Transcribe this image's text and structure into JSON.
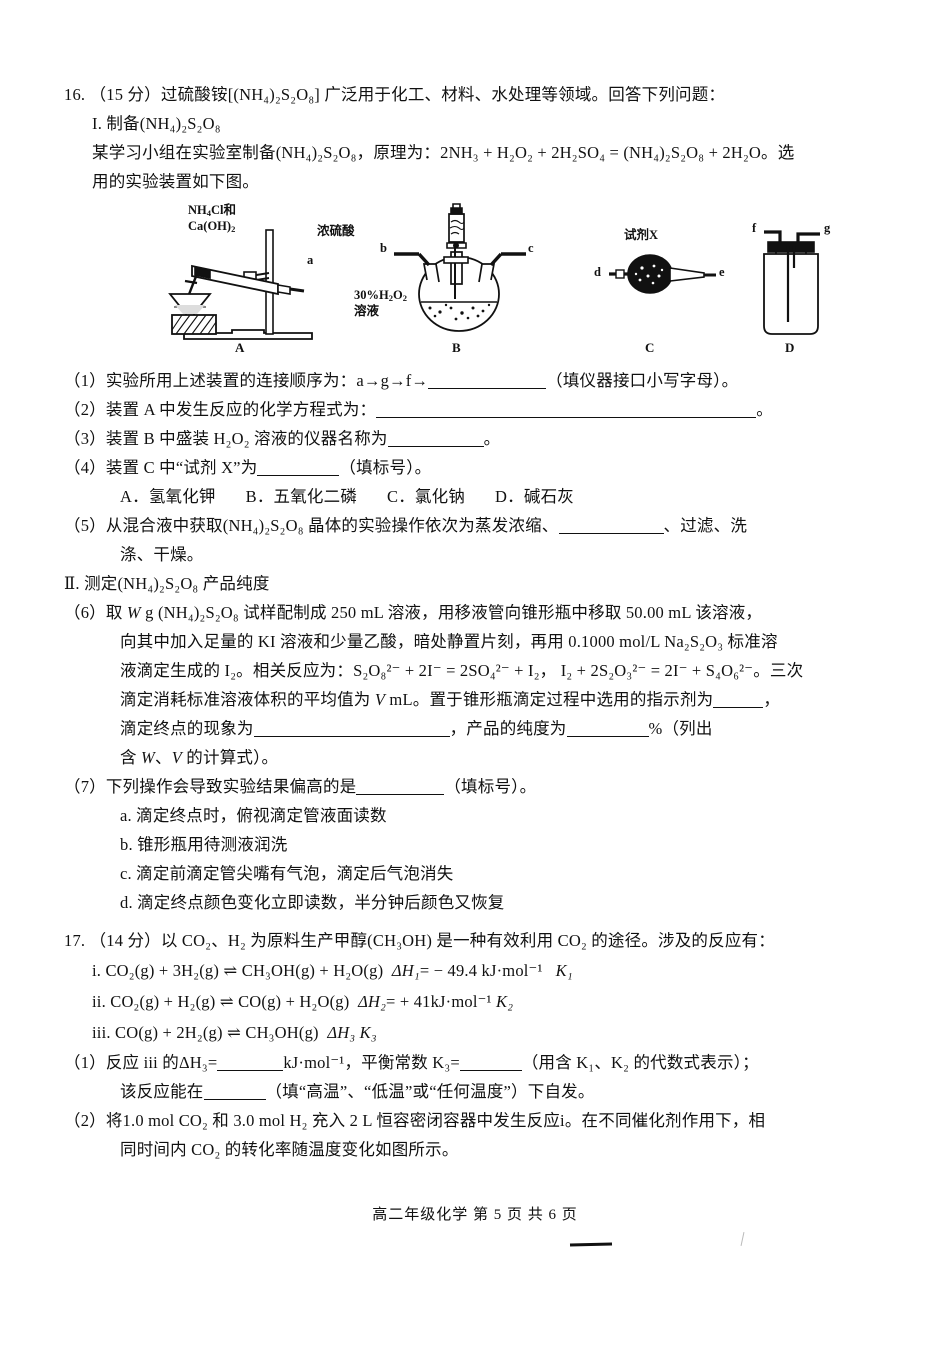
{
  "document": {
    "footer": "高二年级化学  第 5 页 共 6 页"
  },
  "q16": {
    "number": "16.",
    "score": "（15 分）",
    "stem": "过硫酸铵[(NH₄)₂S₂O₈] 广泛用于化工、材料、水处理等领域。回答下列问题：",
    "part1_title": "I. 制备(NH₄)₂S₂O₈",
    "principle_line1": "某学习小组在实验室制备(NH₄)₂S₂O₈，原理为：2NH₃ + H₂O₂ + 2H₂SO₄ = (NH₄)₂S₂O₈ + 2H₂O。选",
    "principle_line2": "用的实验装置如下图。",
    "figure": {
      "apparatus": [
        {
          "id": "A",
          "caption": "A",
          "labels": [
            "NH₄Cl和",
            "Ca(OH)₂",
            "a"
          ]
        },
        {
          "id": "B",
          "caption": "B",
          "labels": [
            "浓硫酸",
            "30%H₂O₂",
            "溶液",
            "b",
            "c"
          ]
        },
        {
          "id": "C",
          "caption": "C",
          "labels": [
            "试剂X",
            "d",
            "e"
          ]
        },
        {
          "id": "D",
          "caption": "D",
          "labels": [
            "f",
            "g"
          ]
        }
      ]
    },
    "items": [
      {
        "no": "（1）",
        "text_a": "实验所用上述装置的连接顺序为：a→g→f→",
        "text_b": "（填仪器接口小写字母）。"
      },
      {
        "no": "（2）",
        "text_a": "装置 A 中发生反应的化学方程式为：",
        "text_b": "。"
      },
      {
        "no": "（3）",
        "text_a": "装置 B 中盛装 H₂O₂ 溶液的仪器名称为",
        "text_b": "。"
      },
      {
        "no": "（4）",
        "text_a": "装置 C 中“试剂 X”为",
        "text_b": "（填标号）。",
        "options": [
          "A．氢氧化钾",
          "B．五氧化二磷",
          "C．氯化钠",
          "D．碱石灰"
        ]
      },
      {
        "no": "（5）",
        "text_a": "从混合液中获取(NH₄)₂S₂O₈ 晶体的实验操作依次为蒸发浓缩、",
        "text_b": "、过滤、洗",
        "text_c": "涤、干燥。"
      }
    ],
    "part2_title": "Ⅱ. 测定(NH₄)₂S₂O₈ 产品纯度",
    "item6": {
      "no": "（6）",
      "line1_a": "取 ",
      "line1_w": "W",
      "line1_b": " g (NH₄)₂S₂O₈ 试样配制成 250 mL 溶液，用移液管向锥形瓶中移取 50.00 mL 该溶液，",
      "line2": "向其中加入足量的 KI 溶液和少量乙酸，暗处静置片刻，再用 0.1000 mol/L Na₂S₂O₃ 标准溶",
      "line3_a": "液滴定生成的 I₂。相关反应为：",
      "eq1": "S₂O₈²⁻ + 2I⁻ = 2SO₄²⁻ + I₂",
      "eq2": "I₂ + 2S₂O₃²⁻ = 2I⁻ + S₄O₆²⁻",
      "line3_b": "。三次",
      "line4_a": "滴定消耗标准溶液体积的平均值为 ",
      "line4_v": "V",
      "line4_b": " mL。置于锥形瓶滴定过程中选用的指示剂为",
      "line4_c": "，",
      "line5_a": "滴定终点的现象为",
      "line5_b": "，产品的纯度为",
      "line5_c": "%（列出",
      "line6_a": "含 ",
      "line6_w": "W",
      "line6_mid": "、",
      "line6_v": "V",
      "line6_b": " 的计算式）。"
    },
    "item7": {
      "no": "（7）",
      "text_a": "下列操作会导致实验结果偏高的是",
      "text_b": "（填标号）。",
      "options": [
        "a. 滴定终点时，俯视滴定管液面读数",
        "b. 锥形瓶用待测液润洗",
        "c. 滴定前滴定管尖嘴有气泡，滴定后气泡消失",
        "d. 滴定终点颜色变化立即读数，半分钟后颜色又恢复"
      ]
    }
  },
  "q17": {
    "number": "17.",
    "score": "（14 分）",
    "stem": "以 CO₂、H₂ 为原料生产甲醇(CH₃OH) 是一种有效利用 CO₂ 的途径。涉及的反应有：",
    "reactions": [
      {
        "label": "i.",
        "equation": "CO₂(g) + 3H₂(g) ⇌ CH₃OH(g) + H₂O(g)",
        "enthalpy_symbol": "ΔH₁",
        "enthalpy_value": "= − 49.4 kJ·mol⁻¹",
        "k": "K₁"
      },
      {
        "label": "ii.",
        "equation": "CO₂(g) + H₂(g) ⇌ CO(g) + H₂O(g)",
        "enthalpy_symbol": "ΔH₂",
        "enthalpy_value": "= + 41kJ·mol⁻¹",
        "k": "K₂"
      },
      {
        "label": "iii.",
        "equation": "CO(g) + 2H₂(g) ⇌ CH₃OH(g)",
        "enthalpy_symbol": "ΔH₃",
        "enthalpy_value": "",
        "k": "K₃"
      }
    ],
    "items": [
      {
        "no": "（1）",
        "line1_a": "反应 iii 的ΔH₃=",
        "line1_b": "kJ·mol⁻¹，平衡常数 K₃=",
        "line1_c": "（用含 K₁、K₂ 的代数式表示）；",
        "line2_a": "该反应能在",
        "line2_b": "（填“高温”、“低温”或“任何温度”）下自发。"
      },
      {
        "no": "（2）",
        "line1": "将1.0 mol CO₂ 和 3.0 mol H₂ 充入 2 L 恒容密闭容器中发生反应i。在不同催化剂作用下，相",
        "line2": "同时间内 CO₂ 的转化率随温度变化如图所示。"
      }
    ]
  }
}
